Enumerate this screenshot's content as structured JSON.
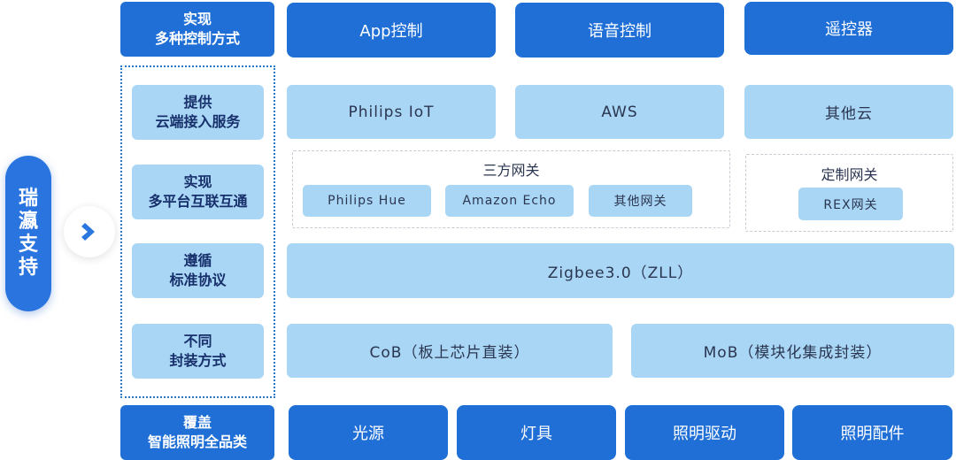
{
  "side": {
    "chars": [
      "瑞",
      "瀛",
      "支",
      "持"
    ]
  },
  "labels": [
    {
      "line1": "实现",
      "line2": "多种控制方式"
    },
    {
      "line1": "提供",
      "line2": "云端接入服务"
    },
    {
      "line1": "实现",
      "line2": "多平台互联互通"
    },
    {
      "line1": "遵循",
      "line2": "标准协议"
    },
    {
      "line1": "不同",
      "line2": "封装方式"
    },
    {
      "line1": "覆盖",
      "line2": "智能照明全品类"
    }
  ],
  "control": [
    "App控制",
    "语音控制",
    "遥控器"
  ],
  "cloud": [
    "Philips IoT",
    "AWS",
    "其他云"
  ],
  "third_gateway": {
    "title": "三方网关",
    "items": [
      "Philips Hue",
      "Amazon Echo",
      "其他网关"
    ]
  },
  "custom_gateway": {
    "title": "定制网关",
    "items": [
      "REX网关"
    ]
  },
  "protocol": "Zigbee3.0（ZLL）",
  "packaging": [
    "CoB（板上芯片直装）",
    "MoB（模块化集成封装）"
  ],
  "categories": [
    "光源",
    "灯具",
    "照明驱动",
    "照明配件"
  ],
  "colors": {
    "dark_blue": "#1f6fd6",
    "light_blue": "#a9d6f5",
    "dotted_border": "#2a78c8"
  },
  "icons": {
    "arrow": "chevron-right-icon"
  }
}
